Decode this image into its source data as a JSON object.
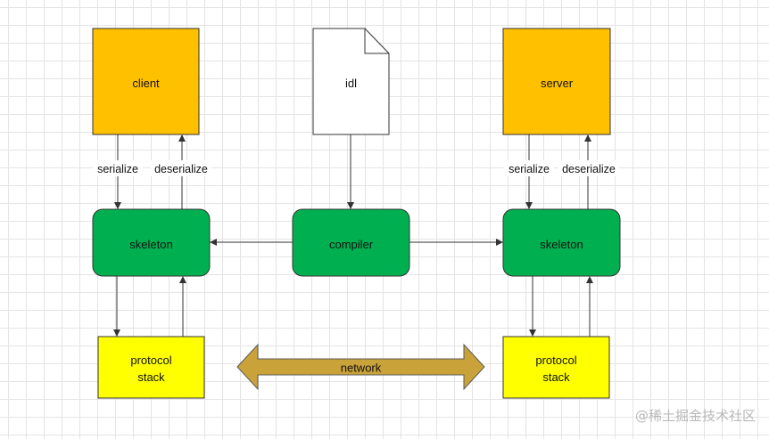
{
  "nodes": {
    "client": "client",
    "idl": "idl",
    "server": "server",
    "skeleton_left": "skeleton",
    "compiler": "compiler",
    "skeleton_right": "skeleton",
    "protocol_left": [
      "protocol",
      "stack"
    ],
    "protocol_right": [
      "protocol",
      "stack"
    ]
  },
  "edge_labels": {
    "serialize_left": "serialize",
    "deserialize_left": "deserialize",
    "serialize_right": "serialize",
    "deserialize_right": "deserialize"
  },
  "network_label": "network",
  "watermark": "@稀土掘金技术社区",
  "colors": {
    "orange": "#ffc000",
    "green": "#00b050",
    "yellow": "#ffff00",
    "network_arrow": "#c9a23a",
    "line": "#333333"
  }
}
